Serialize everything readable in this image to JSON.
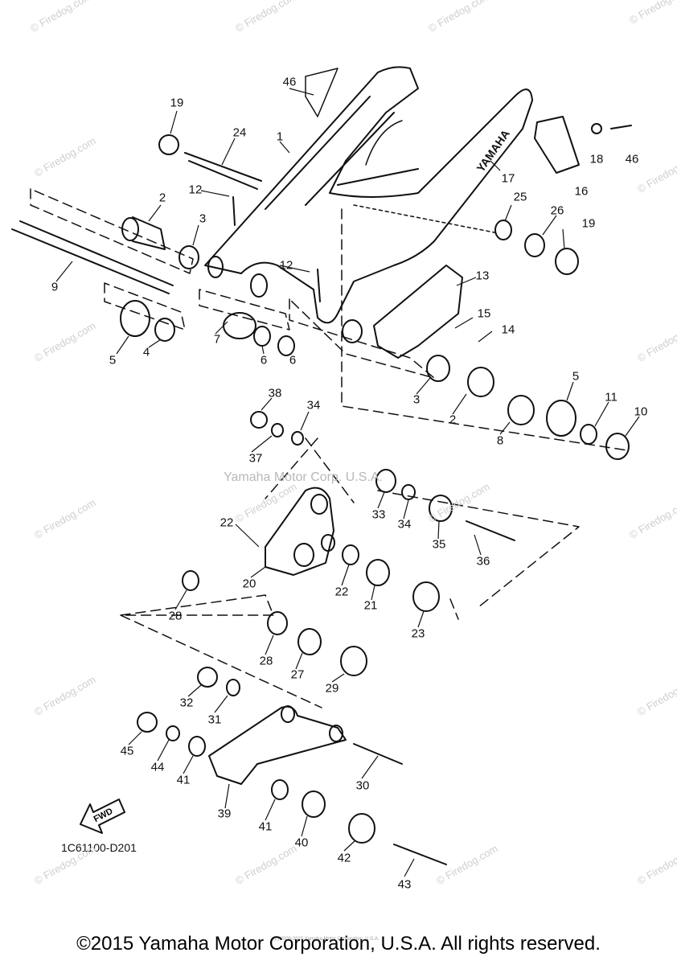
{
  "watermark": "© Firedog.com",
  "center_watermark": "Yamaha Motor Corp. U.S.A.",
  "diagram_code": "1C61100-D201",
  "fwd_label": "FWD",
  "copyright": "©2015 Yamaha Motor Corporation, U.S.A. All rights reserved.",
  "tiny_print": "(c) 2000-2015 Yamaha Motor Corporation, U.S.A.",
  "brand_on_swingarm": "YAMAHA",
  "colors": {
    "line": "#111111",
    "watermark": "#cfcfcf"
  },
  "labels": [
    "46",
    "19",
    "24",
    "1",
    "17",
    "18",
    "46",
    "16",
    "12",
    "2",
    "3",
    "25",
    "26",
    "19",
    "9",
    "12",
    "13",
    "15",
    "14",
    "5",
    "4",
    "7",
    "6",
    "6",
    "3",
    "2",
    "8",
    "5",
    "11",
    "10",
    "38",
    "34",
    "37",
    "22",
    "33",
    "34",
    "35",
    "36",
    "20",
    "22",
    "21",
    "23",
    "28",
    "28",
    "27",
    "29",
    "32",
    "31",
    "45",
    "44",
    "41",
    "30",
    "39",
    "41",
    "40",
    "42",
    "43"
  ]
}
